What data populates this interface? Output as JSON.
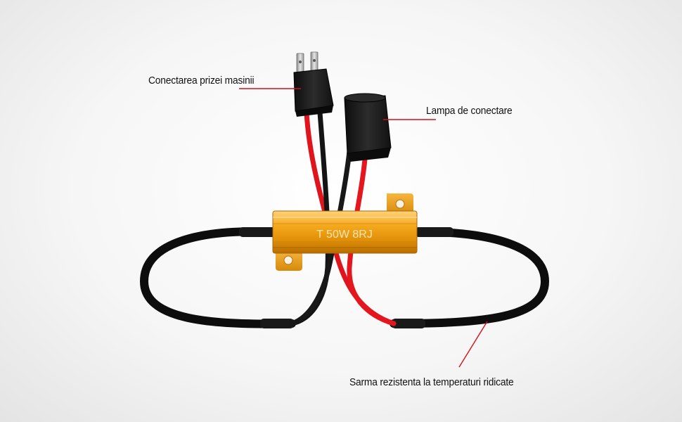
{
  "labels": {
    "car_plug_connection": "Conectarea prizei masinii",
    "lamp_connector": "Lampa de conectare",
    "heat_resistant_wire": "Sarma rezistenta la temperaturi ridicate"
  },
  "resistor": {
    "marking": "T 50W 8RJ",
    "body_color": "#f0a818"
  },
  "colors": {
    "callout_line": "#d0101a",
    "red_wire": "#e0141c",
    "black_wire": "#141414",
    "connector": "#1c1c1c"
  }
}
